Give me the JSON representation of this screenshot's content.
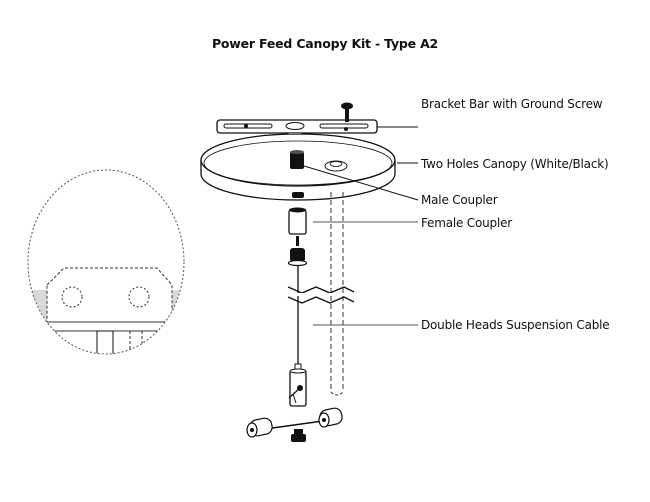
{
  "title": "Power Feed Canopy Kit - Type A2",
  "callouts": [
    {
      "id": "bracket-bar",
      "label": "Bracket Bar with Ground Screw"
    },
    {
      "id": "canopy",
      "label": "Two Holes Canopy (White/Black)"
    },
    {
      "id": "male-coupler",
      "label": "Male Coupler"
    },
    {
      "id": "female-coupler",
      "label": "Female Coupler"
    },
    {
      "id": "suspension-cable",
      "label": "Double Heads Suspension Cable"
    }
  ],
  "colors": {
    "line": "#111111",
    "detail_fill": "#d9d9d9",
    "background": "#ffffff"
  }
}
